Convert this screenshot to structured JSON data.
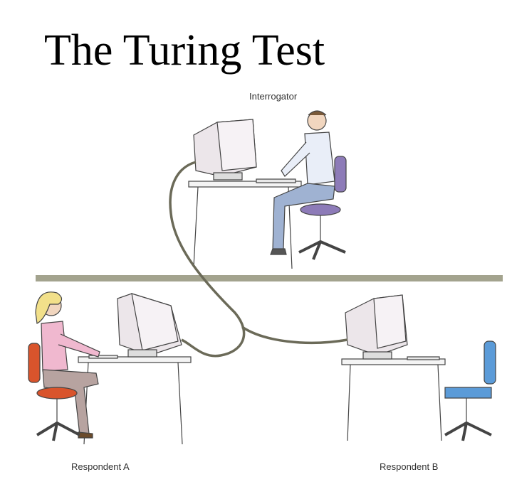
{
  "title": "The Turing Test",
  "labels": {
    "interrogator": "Interrogator",
    "respondent_a": "Respondent A",
    "respondent_b": "Respondent B"
  },
  "colors": {
    "divider": "#a3a38e",
    "cable": "#6b6a58",
    "chair_interrogator": "#8d7bb8",
    "chair_a": "#d9542c",
    "chair_b": "#5b9bd8",
    "monitor": "#ece6ea"
  }
}
